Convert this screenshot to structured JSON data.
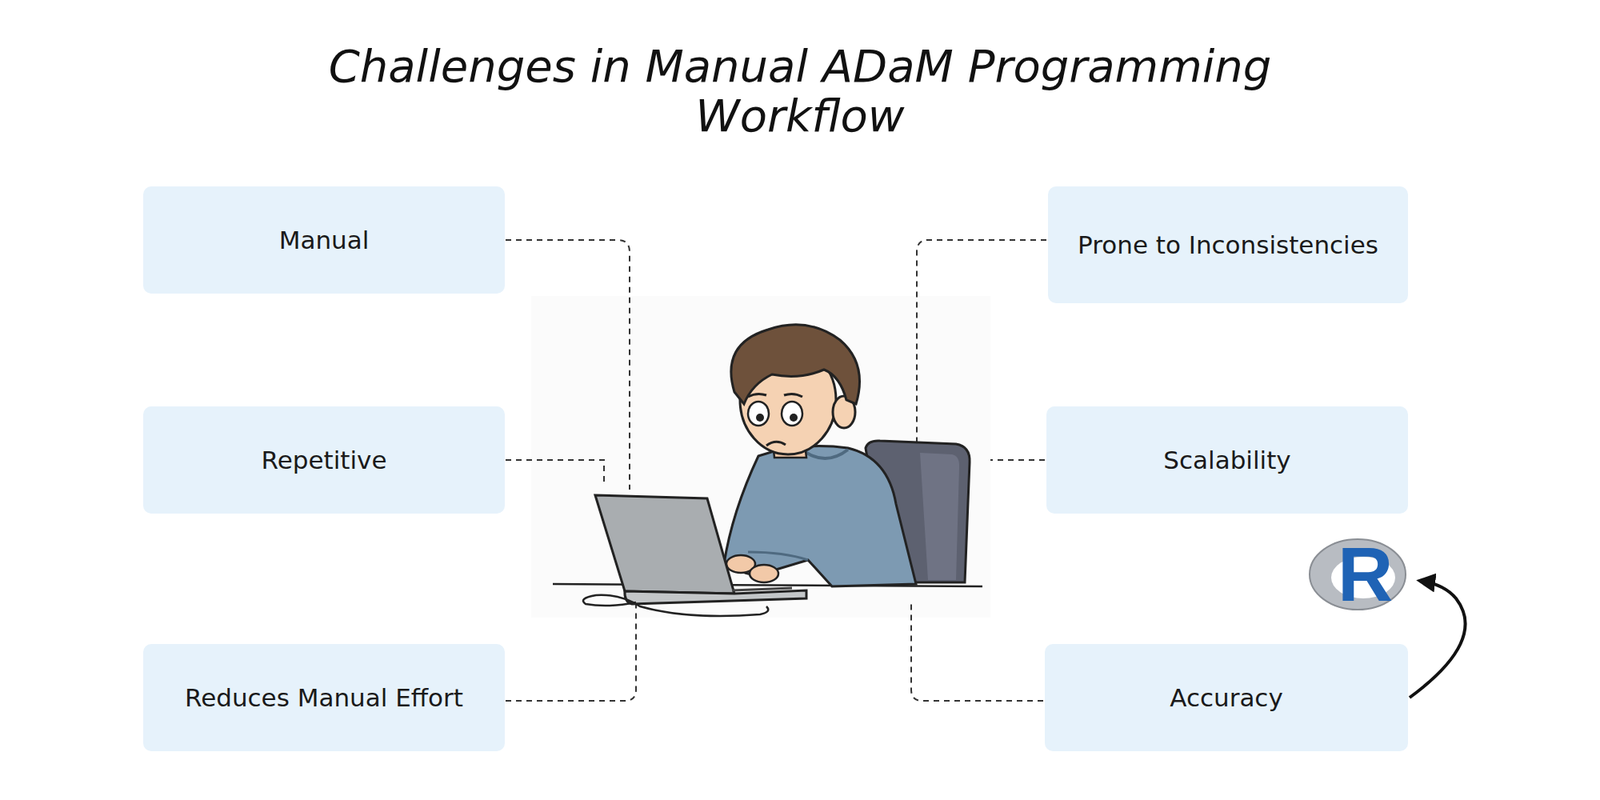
{
  "diagram": {
    "title": "Challenges in Manual ADaM Programming Workflow",
    "nodes": [
      {
        "text": [
          "Manual"
        ]
      },
      {
        "text": [
          "Repetitive"
        ]
      },
      {
        "text": [
          "Reduces Manual Effort"
        ]
      },
      {
        "text": [
          "Prone to Inconsistencies"
        ]
      },
      {
        "text": [
          "Scalability"
        ]
      },
      {
        "text": [
          "Accuracy"
        ]
      }
    ],
    "labels": [
      "R"
    ]
  }
}
